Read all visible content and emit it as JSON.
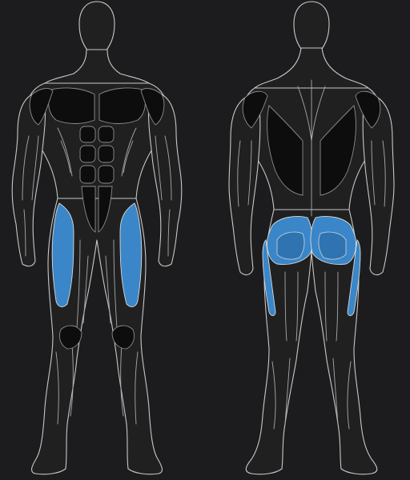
{
  "figure": {
    "views": [
      "front",
      "back"
    ],
    "highlighted_muscles": {
      "front": [
        "abductor-left",
        "abductor-right"
      ],
      "back": [
        "gluteus-medius-left",
        "gluteus-medius-right",
        "tensor-fasciae-latae-left",
        "tensor-fasciae-latae-right"
      ]
    }
  },
  "colors": {
    "background": "#1c1c1e",
    "outline": "#c8c8c8",
    "muscle_fill": "#0d0d0d",
    "highlight": "#3a86c8",
    "highlight_dark": "#2f74b0"
  }
}
